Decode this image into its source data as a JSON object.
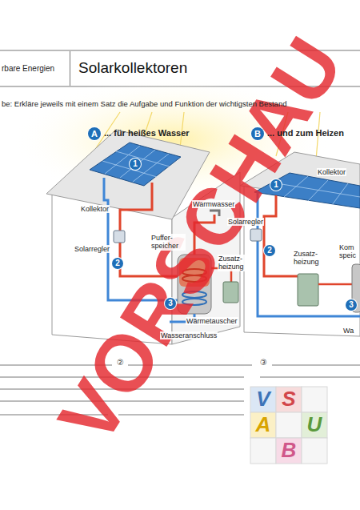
{
  "diagram": {
    "title": "Solarkollektoren",
    "nodes": [
      {
        "text": [
          "rbare Energien"
        ]
      }
    ],
    "labels": [
      "be: Erkläre jeweils mit einem Satz die Aufgabe und Funktion der wichtigsten Bestand",
      "A",
      "... für heißes Wasser",
      "B",
      "... und zum Heizen",
      "1",
      "Kollektor",
      "Warmwasser",
      "Solarregler",
      "2",
      "Puffer- speicher",
      "Zusatz- heizung",
      "3",
      "Wärmetauscher",
      "Wasseranschluss",
      "1",
      "Kollektor",
      "Solarregler",
      "2",
      "Zusatz- heizung",
      "Kom speic",
      "3",
      "Wa",
      "②",
      "③",
      "V",
      "S",
      "A",
      "U",
      "B",
      "VORSCHAU"
    ]
  }
}
